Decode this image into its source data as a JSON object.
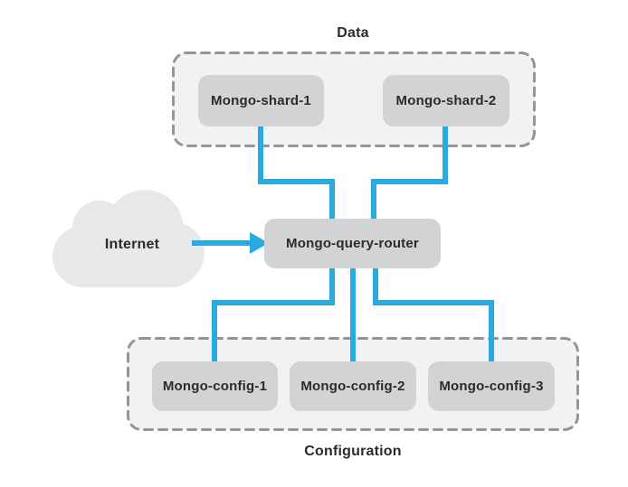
{
  "diagram": {
    "title_implied": "MongoDB sharded cluster",
    "data_group": {
      "label": "Data",
      "nodes": [
        {
          "label": "Mongo-shard-1"
        },
        {
          "label": "Mongo-shard-2"
        }
      ]
    },
    "router": {
      "label": "Mongo-query-router"
    },
    "internet": {
      "label": "Internet"
    },
    "config_group": {
      "label": "Configuration",
      "nodes": [
        {
          "label": "Mongo-config-1"
        },
        {
          "label": "Mongo-config-2"
        },
        {
          "label": "Mongo-config-3"
        }
      ]
    },
    "connections": [
      {
        "from": "Mongo-shard-1",
        "to": "Mongo-query-router"
      },
      {
        "from": "Mongo-shard-2",
        "to": "Mongo-query-router"
      },
      {
        "from": "Internet",
        "to": "Mongo-query-router",
        "arrow": true
      },
      {
        "from": "Mongo-query-router",
        "to": "Mongo-config-1"
      },
      {
        "from": "Mongo-query-router",
        "to": "Mongo-config-2"
      },
      {
        "from": "Mongo-query-router",
        "to": "Mongo-config-3"
      }
    ],
    "colors": {
      "connector": "#29abe2",
      "node_fill": "#d1d3d4",
      "group_fill": "#f1f2f3",
      "group_border": "#939598",
      "cloud_fill": "#e7e8ea",
      "text": "#2b2b2d",
      "background": "#ffffff"
    }
  }
}
